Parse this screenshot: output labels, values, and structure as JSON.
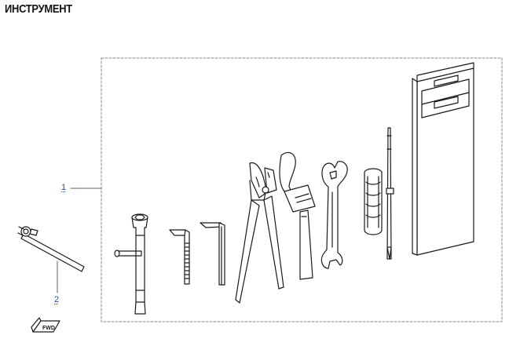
{
  "title": "ИНСТРУМЕНТ",
  "callouts": [
    {
      "label": "1"
    },
    {
      "label": "2"
    }
  ],
  "direction_marker": {
    "label": "FWD"
  },
  "colors": {
    "line": "#1a1a1a",
    "frame": "#8a8a8a",
    "callout_text": "#1f4e9e",
    "background": "#ffffff"
  }
}
